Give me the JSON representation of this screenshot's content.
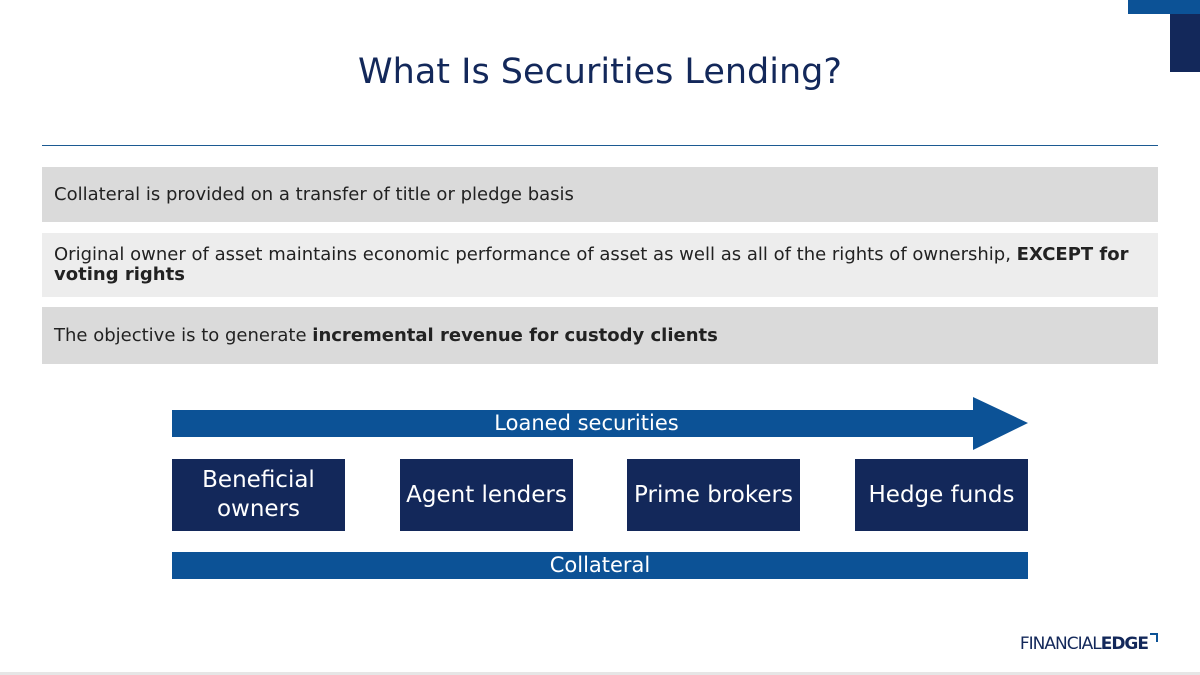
{
  "title": "What Is Securities Lending?",
  "bullets": [
    {
      "plain": "Collateral is provided on a transfer of title or pledge basis",
      "bold": ""
    },
    {
      "plain": "Original owner of asset maintains economic performance of asset as well as all of the rights of ownership, ",
      "bold": "EXCEPT for voting rights"
    },
    {
      "plain": "The objective is to generate ",
      "bold": "incremental revenue for custody clients"
    }
  ],
  "flow": {
    "arrow_label": "Loaned securities",
    "collateral_label": "Collateral",
    "boxes": [
      "Beneficial owners",
      "Agent lenders",
      "Prime brokers",
      "Hedge funds"
    ]
  },
  "logo": {
    "part1": "FINANCIAL",
    "part2": "EDGE"
  },
  "colors": {
    "navy": "#13285a",
    "blue": "#0c5296",
    "band_dark": "#dadada",
    "band_light": "#ededed"
  }
}
